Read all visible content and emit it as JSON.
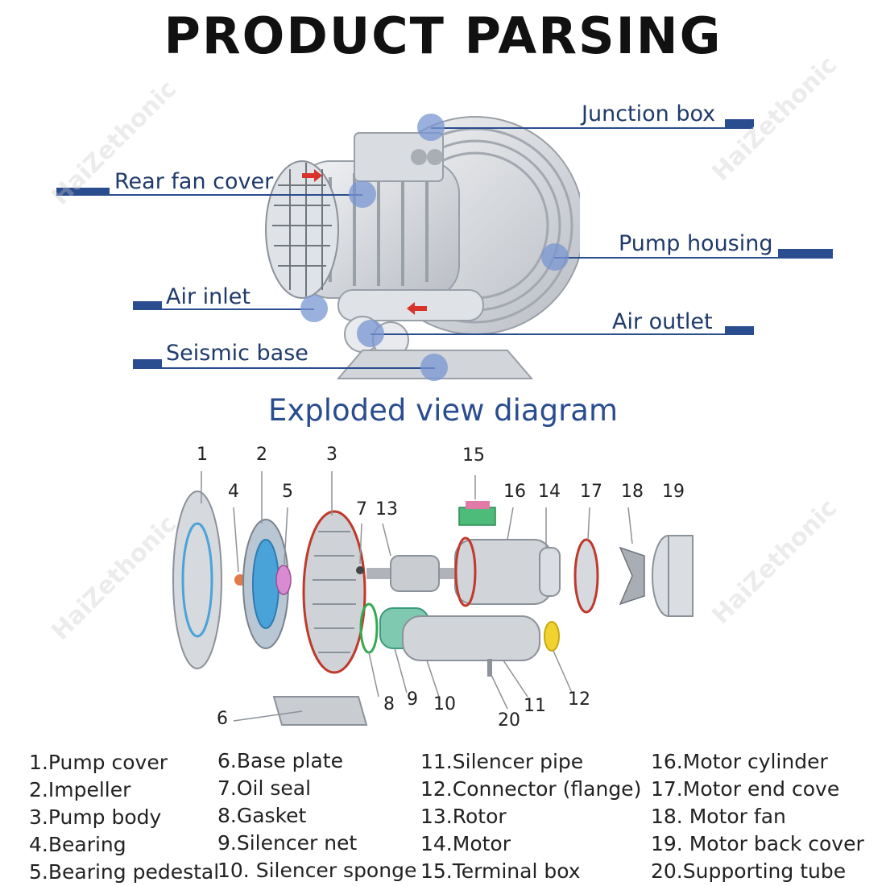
{
  "title": "PRODUCT PARSING",
  "callouts": {
    "junction_box": "Junction box",
    "rear_fan_cover": "Rear fan cover",
    "pump_housing": "Pump housing",
    "air_inlet": "Air inlet",
    "air_outlet": "Air outlet",
    "seismic_base": "Seismic base"
  },
  "subtitle": "Exploded view diagram",
  "part_numbers": [
    "1",
    "2",
    "3",
    "4",
    "5",
    "6",
    "7",
    "8",
    "9",
    "10",
    "11",
    "12",
    "13",
    "14",
    "15",
    "16",
    "17",
    "18",
    "19",
    "20"
  ],
  "legend": {
    "col1": [
      "1.Pump cover",
      "2.Impeller",
      "3.Pump body",
      "4.Bearing",
      "5.Bearing pedestal"
    ],
    "col2": [
      "6.Base plate",
      "7.Oil seal",
      "8.Gasket",
      "9.Silencer net",
      "10. Silencer sponge"
    ],
    "col3": [
      "11.Silencer pipe",
      "12.Connector (flange)",
      "13.Rotor",
      "14.Motor",
      "15.Terminal box"
    ],
    "col4": [
      "16.Motor cylinder",
      "17.Motor end cove",
      "18. Motor fan",
      "19. Motor back cover",
      "20.Supporting tube"
    ]
  },
  "watermark": "HaiZethonic",
  "colors": {
    "accent": "#2a4d8f",
    "callout_dot": "#7896d2",
    "metal": "#c9ccd1"
  }
}
